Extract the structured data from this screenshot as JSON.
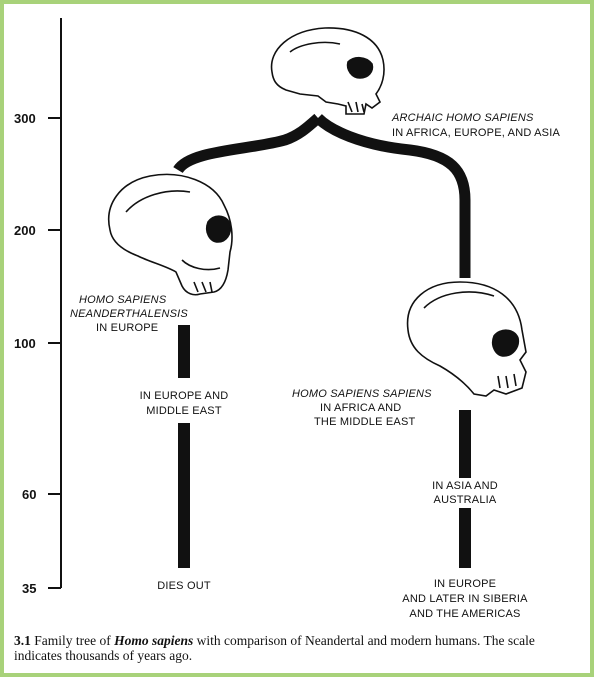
{
  "scale": {
    "ticks": [
      "300",
      "200",
      "100",
      "60",
      "35"
    ]
  },
  "nodes": {
    "archaic": {
      "line1": "ARCHAIC HOMO SAPIENS",
      "line2": "IN AFRICA, EUROPE, AND ASIA"
    },
    "neanderthal": {
      "line1": "HOMO SAPIENS",
      "line2": "NEANDERTHALENSIS",
      "line3": "IN EUROPE",
      "mid1": "IN EUROPE AND",
      "mid2": "MIDDLE EAST",
      "end": "DIES OUT"
    },
    "sapiens": {
      "line1": "HOMO SAPIENS SAPIENS",
      "line2": "IN AFRICA AND",
      "line3": "THE  MIDDLE EAST",
      "mid1": "IN ASIA AND",
      "mid2": "AUSTRALIA",
      "end1": "IN EUROPE",
      "end2": "AND LATER IN SIBERIA",
      "end3": "AND THE AMERICAS"
    }
  },
  "caption": {
    "number": "3.1",
    "text_before": "Family tree of",
    "species": "Homo sapiens",
    "text_after": "with comparison of Neandertal and modern humans. The scale indicates thousands of years ago."
  },
  "colors": {
    "frame": "#a8d27a",
    "ink": "#111111"
  }
}
